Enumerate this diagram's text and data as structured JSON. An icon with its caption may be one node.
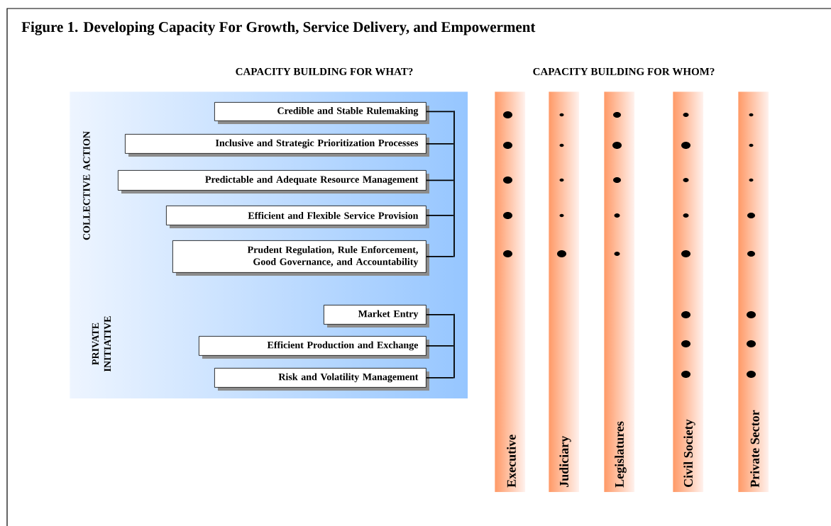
{
  "diagram": {
    "title": "Figure 1. Developing Capacity For Growth, Service Delivery, and Empowerment",
    "labels": [
      "CAPACITY BUILDING FOR WHAT?",
      "CAPACITY BUILDING FOR WHOM?"
    ],
    "nodes": [
      {
        "text": [
          "COLLECTIVE ACTION",
          "PRIVATE INITIATIVE"
        ]
      },
      {
        "text": [
          "Credible and Stable Rulemaking"
        ],
        "in": 0
      },
      {
        "text": [
          "Inclusive and Strategic Prioritization Processes"
        ],
        "in": 0
      },
      {
        "text": [
          "Predictable and Adequate Resource Management"
        ],
        "in": 0
      },
      {
        "text": [
          "Efficient and Flexible Service Provision"
        ],
        "in": 0
      },
      {
        "text": [
          "Prudent Regulation, Rule Enforcement, Good Governance, and Accountability"
        ],
        "in": 0
      },
      {
        "text": [
          "Market Entry"
        ],
        "in": 0
      },
      {
        "text": [
          "Efficient Production and Exchange"
        ],
        "in": 0
      },
      {
        "text": [
          "Risk and Volatility Management"
        ],
        "in": 0
      },
      {
        "text": [
          "Executive"
        ]
      },
      {
        "text": [
          "Judiciary"
        ]
      },
      {
        "text": [
          "Legislatures"
        ]
      },
      {
        "text": [
          "Civil Society"
        ]
      },
      {
        "text": [
          "Private Sector"
        ]
      },
      {
        "text": [],
        "shape": "circle",
        "in": 9
      },
      {
        "text": [],
        "shape": "circle",
        "in": 9
      },
      {
        "text": [],
        "shape": "circle",
        "in": 9
      },
      {
        "text": [],
        "shape": "circle",
        "in": 9
      },
      {
        "text": [],
        "shape": "circle",
        "in": 9
      },
      {
        "text": [],
        "shape": "circle",
        "in": 10
      },
      {
        "text": [],
        "shape": "circle",
        "in": 10
      },
      {
        "text": [],
        "shape": "circle",
        "in": 10
      },
      {
        "text": [],
        "shape": "circle",
        "in": 10
      },
      {
        "text": [],
        "shape": "circle",
        "in": 10
      },
      {
        "text": [],
        "shape": "circle",
        "in": 11
      },
      {
        "text": [],
        "shape": "circle",
        "in": 11
      },
      {
        "text": [],
        "shape": "circle",
        "in": 11
      },
      {
        "text": [],
        "shape": "circle",
        "in": 11
      },
      {
        "text": [],
        "shape": "circle",
        "in": 11
      },
      {
        "text": [],
        "shape": "circle",
        "in": 12
      },
      {
        "text": [],
        "shape": "circle",
        "in": 12
      },
      {
        "text": [],
        "shape": "circle",
        "in": 12
      },
      {
        "text": [],
        "shape": "circle",
        "in": 12
      },
      {
        "text": [],
        "shape": "circle",
        "in": 12
      },
      {
        "text": [],
        "shape": "circle",
        "in": 12
      },
      {
        "text": [],
        "shape": "circle",
        "in": 12
      },
      {
        "text": [],
        "shape": "circle",
        "in": 12
      },
      {
        "text": [],
        "shape": "circle",
        "in": 13
      },
      {
        "text": [],
        "shape": "circle",
        "in": 13
      },
      {
        "text": [],
        "shape": "circle",
        "in": 13
      },
      {
        "text": [],
        "shape": "circle",
        "in": 13
      },
      {
        "text": [],
        "shape": "circle",
        "in": 13
      },
      {
        "text": [],
        "shape": "circle",
        "in": 13
      },
      {
        "text": [],
        "shape": "circle",
        "in": 13
      },
      {
        "text": [],
        "shape": "circle",
        "in": 13
      },
      {
        "text": [],
        "shape": "bar",
        "in": 0
      },
      {
        "text": [],
        "shape": "bar",
        "in": 0
      }
    ],
    "edges": [
      {
        "from": 1,
        "to": 45,
        "arrow": "none"
      },
      {
        "from": 2,
        "to": 45,
        "arrow": "none"
      },
      {
        "from": 3,
        "to": 45,
        "arrow": "none"
      },
      {
        "from": 4,
        "to": 45,
        "arrow": "none"
      },
      {
        "from": 5,
        "to": 45,
        "arrow": "none"
      },
      {
        "from": 6,
        "to": 46,
        "arrow": "none"
      },
      {
        "from": 7,
        "to": 46,
        "arrow": "none"
      },
      {
        "from": 8,
        "to": 46,
        "arrow": "none"
      }
    ]
  }
}
